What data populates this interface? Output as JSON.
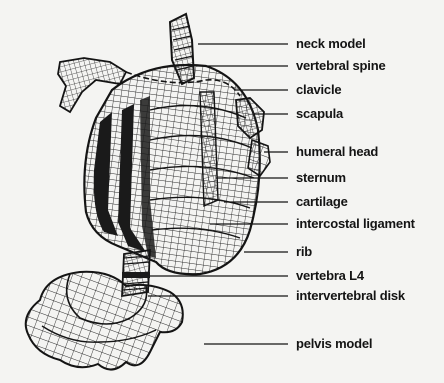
{
  "labels": {
    "neck_model": "neck model",
    "vertebral_spine": "vertebral spine",
    "clavicle": "clavicle",
    "scapula": "scapula",
    "humeral_head": "humeral head",
    "sternum": "sternum",
    "cartilage": "cartilage",
    "intercostal_ligament": "intercostal ligament",
    "rib": "rib",
    "vertebra_l4": "vertebra L4",
    "intervertebral_disk": "intervertebral disk",
    "pelvis_model": "pelvis model"
  },
  "colors": {
    "ink": "#141414",
    "background": "#f4f4f2",
    "dark_fill": "#1a1a1a"
  }
}
